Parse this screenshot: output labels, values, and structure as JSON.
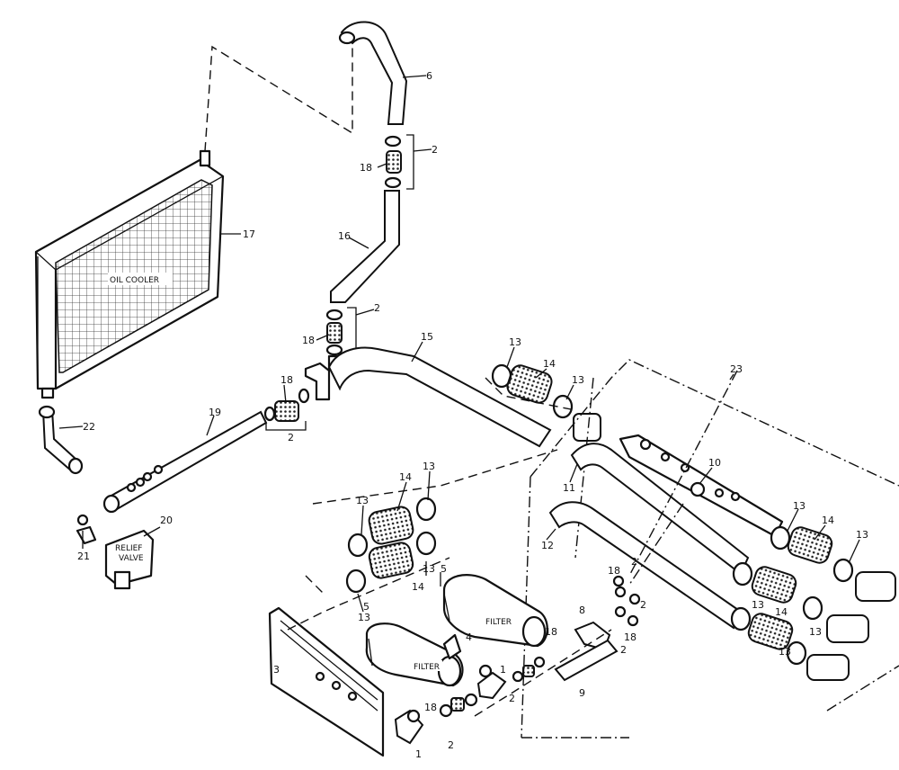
{
  "diagram": {
    "inner_labels": {
      "oil_cooler": "OIL COOLER",
      "relief_valve_line1": "RELIEF",
      "relief_valve_line2": "VALVE",
      "filter_upper": "FILTER",
      "filter_lower": "FILTER"
    },
    "callouts": {
      "c1a": "1",
      "c1b": "1",
      "c2a": "2",
      "c2b": "2",
      "c2c": "2",
      "c2d": "2",
      "c2e": "2",
      "c2f": "2",
      "c2g": "2",
      "c2h": "2",
      "c3": "3",
      "c4": "4",
      "c5a": "5",
      "c5b": "5",
      "c6": "6",
      "c8": "8",
      "c9": "9",
      "c10": "10",
      "c11": "11",
      "c12": "12",
      "c13a": "13",
      "c13b": "13",
      "c13c": "13",
      "c13d": "13",
      "c13e": "13",
      "c13f": "13",
      "c13g": "13",
      "c13h": "13",
      "c13i": "13",
      "c13j": "13",
      "c13k": "13",
      "c14a": "14",
      "c14b": "14",
      "c14c": "14",
      "c14d": "14",
      "c14e": "14",
      "c15": "15",
      "c16": "16",
      "c17": "17",
      "c18a": "18",
      "c18b": "18",
      "c18c": "18",
      "c18d": "18",
      "c18e": "18",
      "c18f": "18",
      "c18g": "18",
      "c19": "19",
      "c20": "20",
      "c21": "21",
      "c22": "22",
      "c23": "23"
    }
  }
}
